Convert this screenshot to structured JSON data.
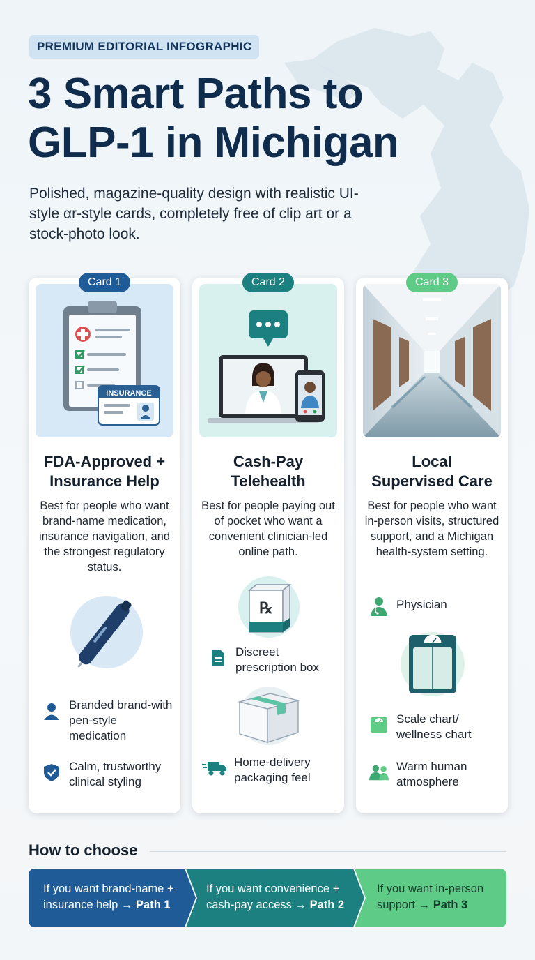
{
  "header": {
    "eyebrow": "PREMIUM EDITORIAL INFOGRAPHIC",
    "title_line1": "3 Smart Paths to",
    "title_line2": "GLP-1 in Michigan",
    "subtitle": "Polished, magazine-quality design with realistic UI-style αr-style cards, completely free of clip art or a stock-photo look."
  },
  "colors": {
    "navy": "#1f5c97",
    "teal": "#1c7f80",
    "green": "#5ecb86",
    "title": "#0f2c4d"
  },
  "cards": [
    {
      "badge": "Card 1",
      "hero_badge_text": "INSURANCE",
      "title_line1": "FDA-Approved +",
      "title_line2": "Insurance Help",
      "description": "Best for people who want brand-name medication, insurance navigation, and the strongest regulatory status.",
      "features": [
        {
          "icon": "person-icon",
          "label": "Branded brand-with pen-style medication"
        },
        {
          "icon": "shield-check-icon",
          "label": "Calm, trustworthy clinical styling"
        }
      ]
    },
    {
      "badge": "Card 2",
      "title_line1": "Cash-Pay",
      "title_line2": "Telehealth",
      "description": "Best for people paying out of pocket who want a convenient clinician-led online path.",
      "features": [
        {
          "icon": "document-icon",
          "label": "Discreet prescription box"
        },
        {
          "icon": "delivery-truck-icon",
          "label": "Home-delivery packaging feel"
        }
      ]
    },
    {
      "badge": "Card 3",
      "title_line1": "Local",
      "title_line2": "Supervised Care",
      "description": "Best for people who want in-person visits, structured support, and a Michigan health-system setting.",
      "features": [
        {
          "icon": "physician-icon",
          "label": "Physician"
        },
        {
          "icon": "scale-icon",
          "label": "Scale chart/ wellness chart"
        },
        {
          "icon": "people-icon",
          "label": "Warm human atmosphere"
        }
      ]
    }
  ],
  "choose": {
    "heading": "How to choose",
    "steps": [
      {
        "line1": "If you want brand-name +",
        "line2_prefix": "insurance help →",
        "path": "Path 1"
      },
      {
        "line1": "If you want convenience +",
        "line2_prefix": "cash-pay access →",
        "path": "Path 2"
      },
      {
        "line1": "If you want in-person",
        "line2_prefix": "support →",
        "path": "Path 3"
      }
    ]
  }
}
